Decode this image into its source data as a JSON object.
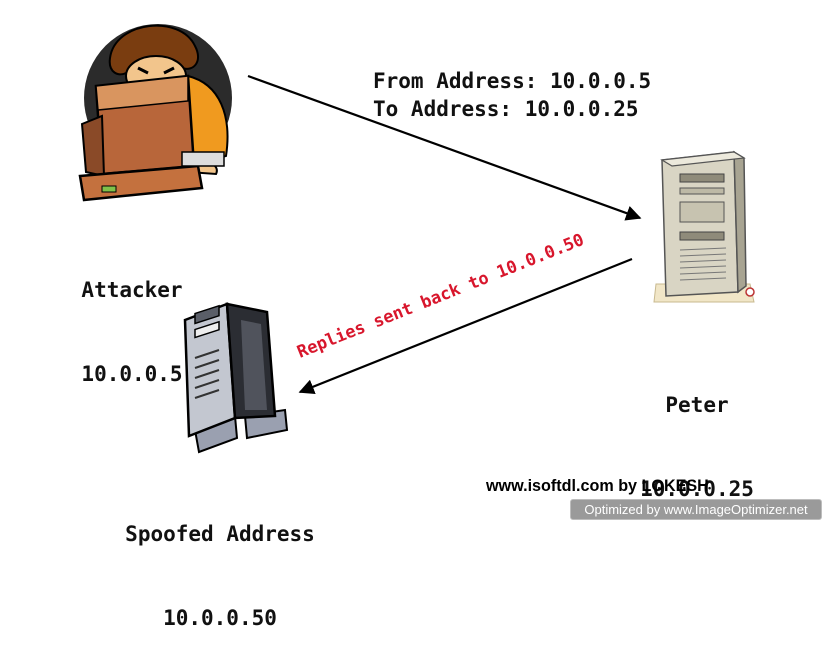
{
  "attacker": {
    "name": "Attacker",
    "ip": "10.0.0.5"
  },
  "peter": {
    "name": "Peter",
    "ip": "10.0.0.25"
  },
  "spoofed": {
    "name": "Spoofed Address",
    "ip": "10.0.0.50"
  },
  "packet": {
    "from": "From Address: 10.0.0.5",
    "to": "To Address: 10.0.0.25"
  },
  "reply": {
    "text": "Replies sent back to 10.0.0.50",
    "color": "#d8162c"
  },
  "credit": "www.isoftdl.com  by LOKESH",
  "watermark": "Optimized by www.ImageOptimizer.net",
  "icons": [
    "attacker-clipart-icon",
    "server-tower-icon",
    "spoofed-server-icon"
  ]
}
